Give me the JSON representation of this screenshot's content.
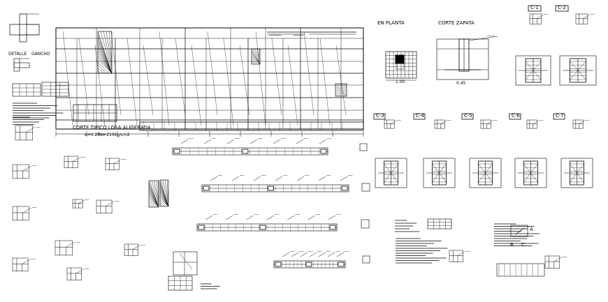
{
  "sheet": {
    "labels": {
      "en_planta": "EN PLANTA",
      "corte_zapata": "CORTE ZAPATA",
      "c1": "C-1",
      "c2": "C-2",
      "c3": "C-3",
      "c4": "C-4",
      "c5": "C-5",
      "c6": "C-6",
      "c7": "C-7",
      "corte_tipico": "CORTE TIPICO LOSA ALIGERADA",
      "escala_1": "e=0.20m",
      "escala_2": "f'c=210kg/cm2"
    },
    "symbols": {
      "section_a": "A",
      "section_b": "B",
      "section_c": "C"
    }
  }
}
